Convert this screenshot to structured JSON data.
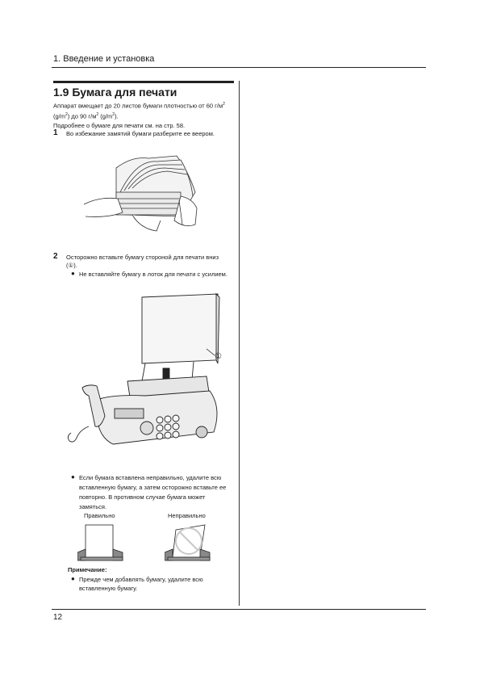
{
  "header": {
    "chapter_title": "1. Введение и установка"
  },
  "section": {
    "title": "1.9 Бумага для печати",
    "intro_line1": "Аппарат вмещает до 20 листов бумаги плотностью от 60 г/м",
    "intro_sup1": "2",
    "intro_line2a": "(g/m",
    "intro_sup2": "2",
    "intro_line2b": ") до 90 г/м",
    "intro_sup3": "2",
    "intro_line2c": " (g/m",
    "intro_sup4": "2",
    "intro_line2d": ").",
    "intro_line3": "Подробнее о бумаге для печати см. на стр. 58."
  },
  "steps": [
    {
      "number": "1",
      "text": "Во избежание замятий бумаги разберите ее веером."
    },
    {
      "number": "2",
      "text_line1": "Осторожно вставьте бумагу стороной для печати вниз",
      "text_line2": "(①).",
      "bullet": "Не вставляйте бумагу в лоток для печати с усилием."
    }
  ],
  "figure_callout": "①",
  "note_misinsert": {
    "line1": "Если бумага вставлена неправильно, удалите всю",
    "line2": "вставленную бумагу, а затем осторожно вставьте ее",
    "line3": "повторно. В противном случае бумага может",
    "line4": "замяться."
  },
  "compare_labels": {
    "correct": "Правильно",
    "incorrect": "Неправильно"
  },
  "remark": {
    "title": "Примечание:",
    "line1": "Прежде чем добавлять бумагу, удалите всю",
    "line2": "вставленную бумагу."
  },
  "footer": {
    "page_number": "12"
  }
}
